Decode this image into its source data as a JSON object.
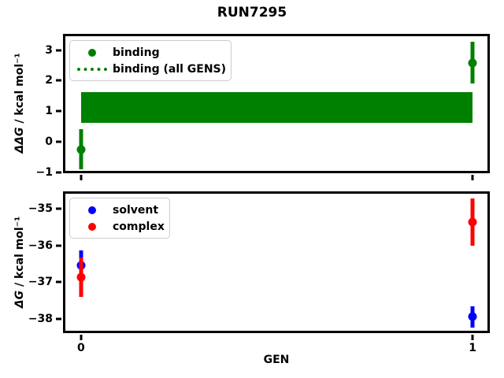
{
  "figure": {
    "title": "RUN7295",
    "xlabel": "GEN",
    "background": "#ffffff"
  },
  "colors": {
    "binding": "#008000",
    "solvent": "#0000ff",
    "complex": "#ff0000",
    "axis": "#000000",
    "legend_border": "#cccccc"
  },
  "chart_data": [
    {
      "type": "scatter",
      "ylabel_math": "ΔΔG",
      "ylabel_units": " / kcal mol⁻¹",
      "xlim": [
        -0.046,
        1.044
      ],
      "ylim": [
        -1.03,
        3.53
      ],
      "xticks": [
        0,
        1
      ],
      "yticks": [
        -1,
        0,
        1,
        2,
        3
      ],
      "grid": false,
      "legend_position": "upper left",
      "legend": [
        {
          "label": "binding",
          "marker": "dot",
          "color": "#008000"
        },
        {
          "label": "binding (all GENS)",
          "marker": "dotted-line",
          "color": "#008000"
        }
      ],
      "band": {
        "name": "binding (all GENS)",
        "x0": 0,
        "x1": 1,
        "lo": 0.63,
        "hi": 1.62,
        "center": 1.12,
        "color": "#008000"
      },
      "series": [
        {
          "name": "binding",
          "color": "#008000",
          "x": [
            0,
            1
          ],
          "y": [
            -0.25,
            2.58
          ],
          "yerr": [
            0.65,
            0.68
          ]
        }
      ]
    },
    {
      "type": "scatter",
      "ylabel_math": "ΔG",
      "ylabel_units": " / kcal mol⁻¹",
      "xlim": [
        -0.046,
        1.044
      ],
      "ylim": [
        -38.38,
        -34.53
      ],
      "xticks": [
        0,
        1
      ],
      "yticks": [
        -38,
        -37,
        -36,
        -35
      ],
      "grid": false,
      "legend_position": "upper left",
      "legend": [
        {
          "label": "solvent",
          "marker": "dot",
          "color": "#0000ff"
        },
        {
          "label": "complex",
          "marker": "dot",
          "color": "#ff0000"
        }
      ],
      "series": [
        {
          "name": "solvent",
          "color": "#0000ff",
          "x": [
            0,
            1
          ],
          "y": [
            -36.55,
            -37.94
          ],
          "yerr": [
            0.41,
            0.29
          ]
        },
        {
          "name": "complex",
          "color": "#ff0000",
          "x": [
            0,
            1
          ],
          "y": [
            -36.86,
            -35.37
          ],
          "yerr": [
            0.53,
            0.64
          ]
        }
      ]
    }
  ]
}
